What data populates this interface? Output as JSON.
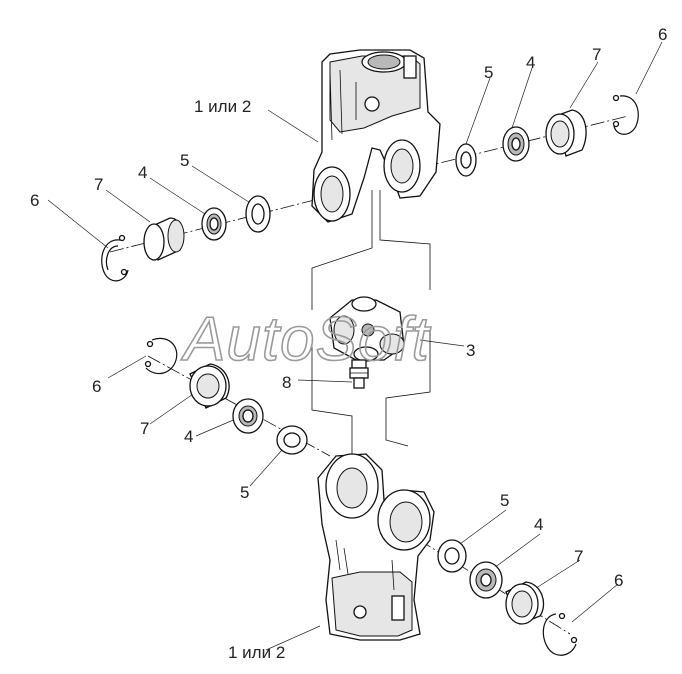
{
  "watermark": "AutoSoft",
  "labels": {
    "yoke_top": "1 или 2",
    "yoke_bottom": "1 или 2",
    "spider": "3",
    "grease_fitting": "8",
    "seal": "4",
    "washer": "5",
    "snap_ring": "6",
    "bearing": "7"
  }
}
